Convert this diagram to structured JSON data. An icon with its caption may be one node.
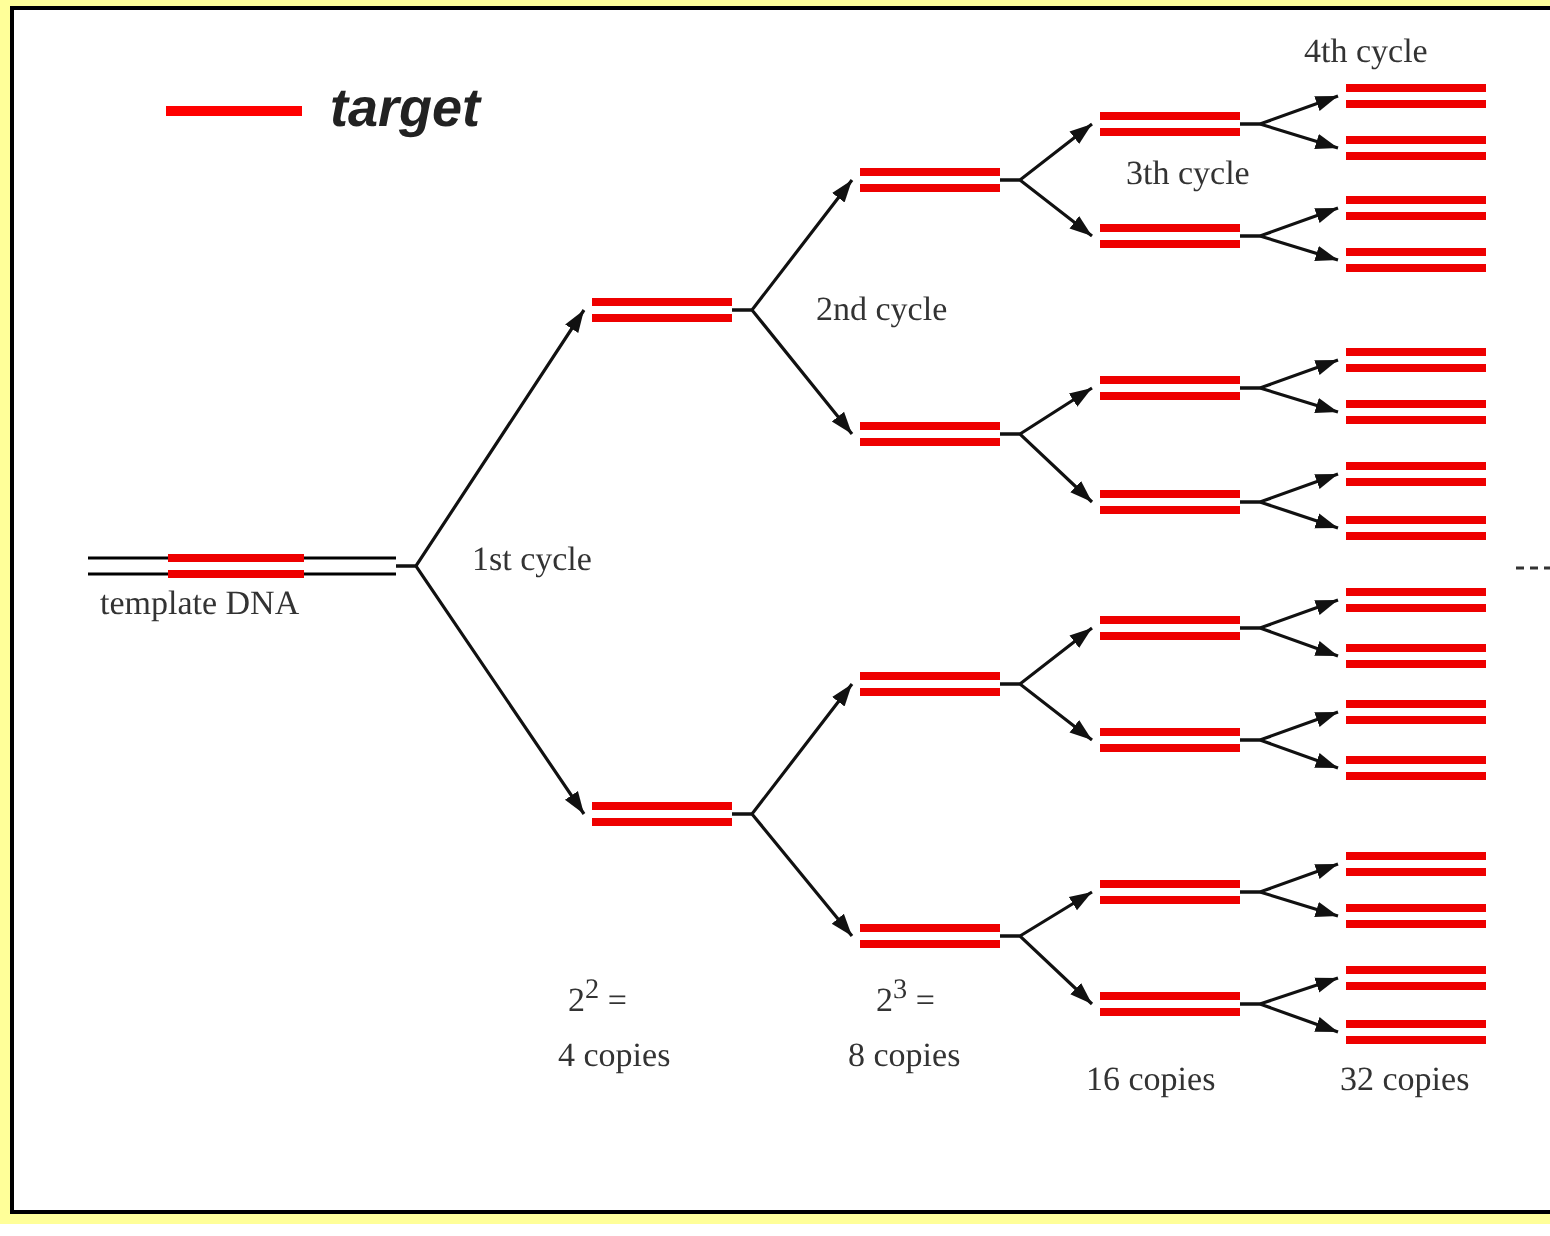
{
  "diagram": {
    "nodes": [
      {
        "text": [
          "template DNA"
        ]
      },
      {
        "text": [],
        "shape": "bar"
      },
      {
        "text": [],
        "shape": "bar"
      },
      {
        "text": [],
        "shape": "bar"
      },
      {
        "text": [],
        "shape": "bar"
      },
      {
        "text": [],
        "shape": "bar"
      },
      {
        "text": [],
        "shape": "bar"
      },
      {
        "text": [],
        "shape": "bar"
      },
      {
        "text": [],
        "shape": "bar"
      },
      {
        "text": [],
        "shape": "bar"
      },
      {
        "text": [],
        "shape": "bar"
      },
      {
        "text": [],
        "shape": "bar"
      },
      {
        "text": [],
        "shape": "bar"
      },
      {
        "text": [],
        "shape": "bar"
      },
      {
        "text": [],
        "shape": "bar"
      },
      {
        "text": [],
        "shape": "bar"
      },
      {
        "text": [],
        "shape": "bar"
      },
      {
        "text": [],
        "shape": "bar"
      },
      {
        "text": [],
        "shape": "bar"
      },
      {
        "text": [],
        "shape": "bar"
      },
      {
        "text": [],
        "shape": "bar"
      },
      {
        "text": [],
        "shape": "bar"
      },
      {
        "text": [],
        "shape": "bar"
      },
      {
        "text": [],
        "shape": "bar"
      },
      {
        "text": [],
        "shape": "bar"
      },
      {
        "text": [],
        "shape": "bar"
      },
      {
        "text": [],
        "shape": "bar"
      },
      {
        "text": [],
        "shape": "bar"
      },
      {
        "text": [],
        "shape": "bar"
      },
      {
        "text": [],
        "shape": "bar"
      },
      {
        "text": [],
        "shape": "bar"
      }
    ],
    "edges": [
      {
        "from": 0,
        "to": 1,
        "arrow": "to"
      },
      {
        "from": 0,
        "to": 2,
        "arrow": "to"
      },
      {
        "from": 1,
        "to": 3,
        "arrow": "to"
      },
      {
        "from": 1,
        "to": 4,
        "arrow": "to"
      },
      {
        "from": 2,
        "to": 5,
        "arrow": "to"
      },
      {
        "from": 2,
        "to": 6,
        "arrow": "to"
      },
      {
        "from": 3,
        "to": 7,
        "arrow": "to"
      },
      {
        "from": 3,
        "to": 8,
        "arrow": "to"
      },
      {
        "from": 4,
        "to": 9,
        "arrow": "to"
      },
      {
        "from": 4,
        "to": 10,
        "arrow": "to"
      },
      {
        "from": 5,
        "to": 11,
        "arrow": "to"
      },
      {
        "from": 5,
        "to": 12,
        "arrow": "to"
      },
      {
        "from": 6,
        "to": 13,
        "arrow": "to"
      },
      {
        "from": 6,
        "to": 14,
        "arrow": "to"
      },
      {
        "from": 7,
        "to": 15,
        "arrow": "to"
      },
      {
        "from": 7,
        "to": 16,
        "arrow": "to"
      },
      {
        "from": 8,
        "to": 17,
        "arrow": "to"
      },
      {
        "from": 8,
        "to": 18,
        "arrow": "to"
      },
      {
        "from": 9,
        "to": 19,
        "arrow": "to"
      },
      {
        "from": 9,
        "to": 20,
        "arrow": "to"
      },
      {
        "from": 10,
        "to": 21,
        "arrow": "to"
      },
      {
        "from": 10,
        "to": 22,
        "arrow": "to"
      },
      {
        "from": 11,
        "to": 23,
        "arrow": "to"
      },
      {
        "from": 11,
        "to": 24,
        "arrow": "to"
      },
      {
        "from": 12,
        "to": 25,
        "arrow": "to"
      },
      {
        "from": 12,
        "to": 26,
        "arrow": "to"
      },
      {
        "from": 13,
        "to": 27,
        "arrow": "to"
      },
      {
        "from": 13,
        "to": 28,
        "arrow": "to"
      },
      {
        "from": 14,
        "to": 29,
        "arrow": "to"
      },
      {
        "from": 14,
        "to": 30,
        "arrow": "to"
      }
    ],
    "labels": [
      "4th cycle",
      "3th cycle",
      "2nd cycle",
      "1st cycle",
      "2$^{2}$ =",
      "2$^{3}$ =",
      "4 copies",
      "8 copies",
      "16 copies",
      "32 copies"
    ],
    "legend": [
      {
        "text": "target",
        "color": "#ff0000"
      }
    ]
  }
}
